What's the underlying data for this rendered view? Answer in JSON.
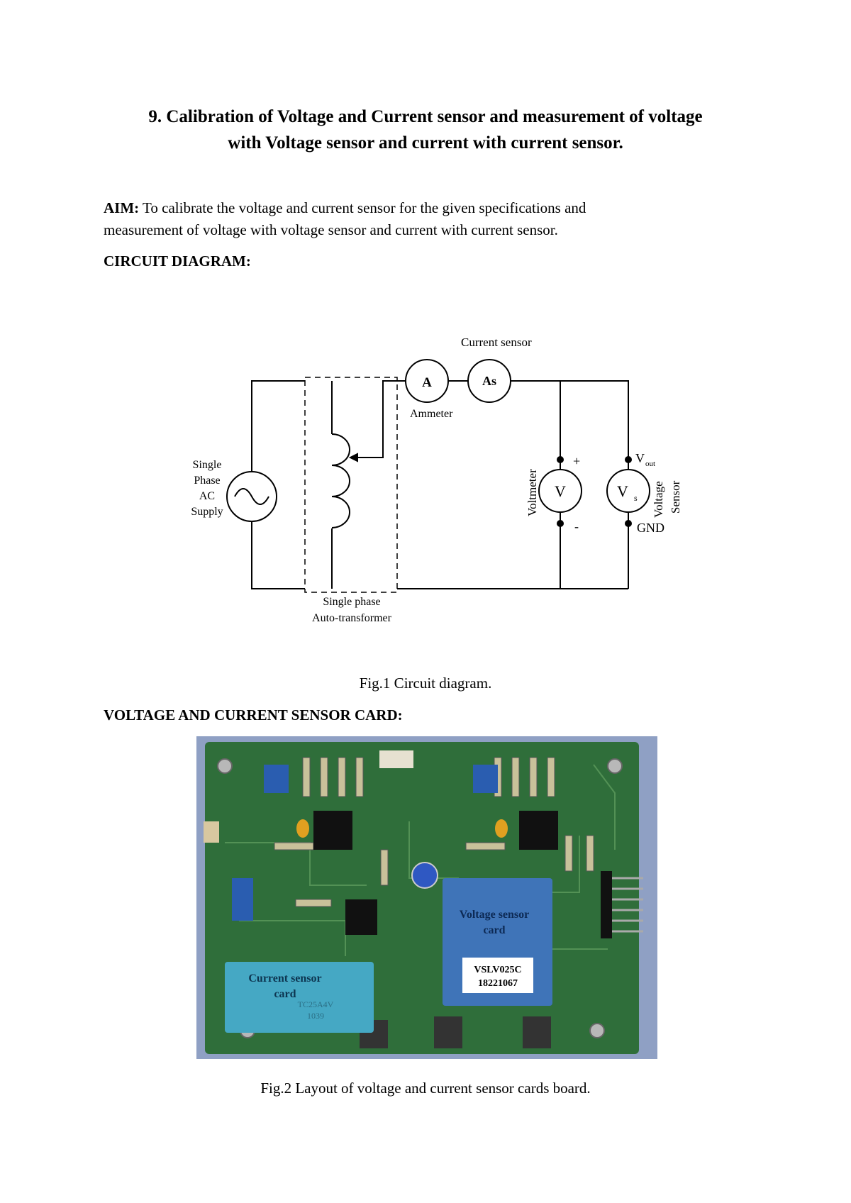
{
  "title": {
    "line1": "9. Calibration of Voltage and Current sensor and measurement of voltage",
    "line2": "with Voltage sensor and current with current sensor."
  },
  "aim": {
    "label": "AIM:",
    "line1": " To calibrate the voltage and current sensor for the given specifications and",
    "line2": "measurement of voltage with voltage sensor and current with current sensor."
  },
  "circuit_heading": "CIRCUIT DIAGRAM:",
  "circuit": {
    "current_sensor": "Current sensor",
    "ammeter_symbol": "A",
    "sensor_symbol": "As",
    "ammeter": "Ammeter",
    "supply": [
      "Single",
      "Phase",
      "AC",
      "Supply"
    ],
    "voltmeter": "Voltmeter",
    "voltmeter_symbol": "V",
    "vs_symbol": "V",
    "vs_subscript": "s",
    "plus": "+",
    "minus": "-",
    "vout": "V",
    "vout_sub": "out",
    "gnd": "GND",
    "voltage_sensor": [
      "Voltage",
      "Sensor"
    ],
    "autotransformer": [
      "Single phase",
      "Auto-transformer"
    ]
  },
  "fig1_caption": "Fig.1 Circuit diagram.",
  "card_heading": "VOLTAGE AND CURRENT SENSOR CARD:",
  "photo": {
    "voltage_sensor_label": [
      "Voltage sensor",
      "card"
    ],
    "voltage_part": [
      "VSLV025C",
      "18221067"
    ],
    "current_sensor_label": [
      "Current sensor",
      "card"
    ],
    "current_part": [
      "TC25A4V",
      "1039"
    ]
  },
  "fig2_caption": "Fig.2 Layout of voltage and current sensor cards board.",
  "colors": {
    "board_green": "#2f6e3a",
    "backdrop": "#8fa0c4",
    "voltage_sensor_blue": "#3f74b8",
    "current_sensor_teal": "#45a8c4"
  }
}
